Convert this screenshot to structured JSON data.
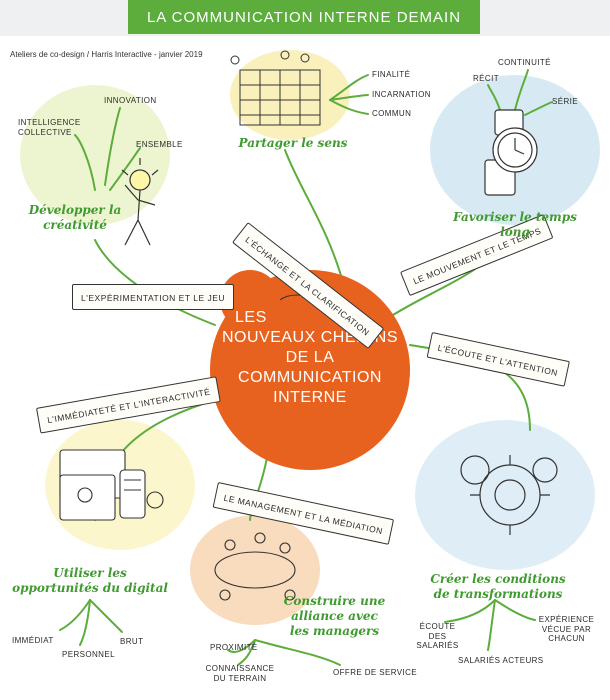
{
  "header": {
    "title": "La communication interne demain",
    "subtitle": "Ateliers de co-design / Harris Interactive - janvier 2019"
  },
  "center": {
    "line1": "Les",
    "line2": "nouveaux chemins",
    "line3": "de la communication",
    "line4": "interne"
  },
  "branches": {
    "echange": "L'échange et la clarification",
    "mouvement": "Le mouvement et le temps",
    "experimentation": "L'expérimentation et le jeu",
    "ecoute": "L'écoute et l'attention",
    "immediatete": "L'immédiateté et l'interactivité",
    "management": "Le management et la médiation"
  },
  "topics": {
    "sens": {
      "title": "Partager le sens",
      "items": [
        "Finalité",
        "Incarnation",
        "Commun"
      ]
    },
    "temps": {
      "title": "Favoriser le temps long",
      "items": [
        "Continuité",
        "Récit",
        "Série"
      ]
    },
    "creativite": {
      "title": "Développer la créativité",
      "items": [
        "Innovation",
        "Intelligence collective",
        "Ensemble"
      ]
    },
    "digital": {
      "title": "Utiliser les opportunités du digital",
      "items": [
        "Immédiat",
        "Personnel",
        "Brut"
      ]
    },
    "transformations": {
      "title": "Créer les conditions de transformations",
      "items": [
        "Écoute des salariés",
        "Salariés acteurs",
        "Expérience vécue par chacun"
      ]
    },
    "managers": {
      "title": "Construire une alliance avec les managers",
      "items": [
        "Proximité",
        "Connaissance du terrain",
        "Offre de service"
      ]
    }
  },
  "colors": {
    "green": "#5cad3c",
    "dark_green": "#3f9a2f",
    "orange": "#e8621f",
    "light_orange": "#ee8a2e",
    "blue_wash": "#bcdcec",
    "yellow_wash": "#f6eaa0"
  }
}
